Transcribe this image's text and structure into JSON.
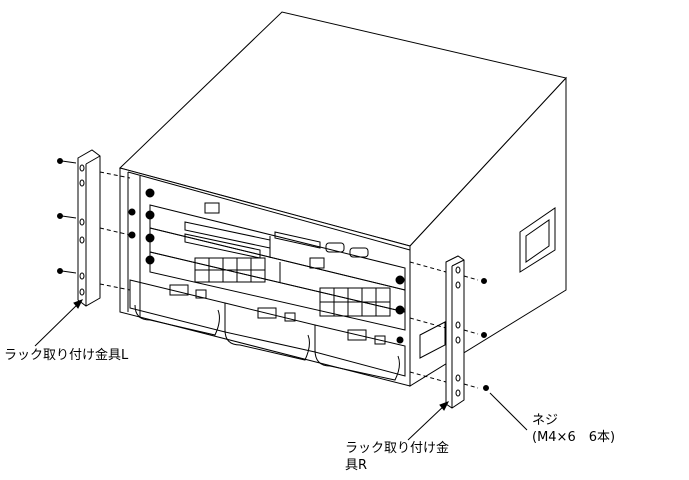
{
  "labels": {
    "bracket_left": "ラック取り付け金具L",
    "bracket_right_line1": "ラック取り付け金",
    "bracket_right_line2": "具R",
    "screw_line1": "ネジ",
    "screw_line2": "(M4×6　6本)"
  },
  "colors": {
    "line": "#000000",
    "background": "#ffffff"
  }
}
